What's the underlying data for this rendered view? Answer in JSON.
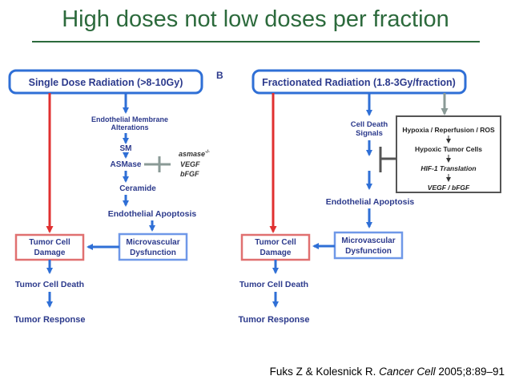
{
  "slide": {
    "title": "High doses not low doses per fraction",
    "citation_prefix": "Fuks Z & Kolesnick R. ",
    "citation_journal": "Cancer Cell",
    "citation_suffix": " 2005;8:89–91"
  },
  "panel_a": {
    "top_box": "Single Dose Radiation (>8-10Gy)",
    "membrane_line1": "Endothelial Membrane",
    "membrane_line2": "Alterations",
    "sm": "SM",
    "asmase": "ASMase",
    "inhibitor_1": "asmase",
    "inhibitor_1_sup": "-/-",
    "inhibitor_2": "VEGF",
    "inhibitor_3": "bFGF",
    "ceramide": "Ceramide",
    "apoptosis": "Endothelial Apoptosis",
    "tumor_cell_line1": "Tumor Cell",
    "tumor_cell_line2": "Damage",
    "micro_line1": "Microvascular",
    "micro_line2": "Dysfunction",
    "death": "Tumor Cell Death",
    "response": "Tumor Response"
  },
  "panel_b": {
    "label": "B",
    "top_box": "Fractionated Radiation (1.8-3Gy/fraction)",
    "signals_line1": "Cell Death",
    "signals_line2": "Signals",
    "hypoxia_1": "Hypoxia / Reperfusion / ROS",
    "hypoxia_2": "Hypoxic Tumor Cells",
    "hypoxia_3": "HIF-1 Translation",
    "hypoxia_4": "VEGF / bFGF",
    "apoptosis": "Endothelial Apoptosis",
    "tumor_cell_line1": "Tumor Cell",
    "tumor_cell_line2": "Damage",
    "micro_line1": "Microvascular",
    "micro_line2": "Dysfunction",
    "death": "Tumor Cell Death",
    "response": "Tumor Response"
  },
  "colors": {
    "title_green": "#2c6a3c",
    "box_blue": "#2f6fd6",
    "red": "#e03030",
    "text_blue": "#2c3a8c",
    "gray": "#8a9a96"
  }
}
